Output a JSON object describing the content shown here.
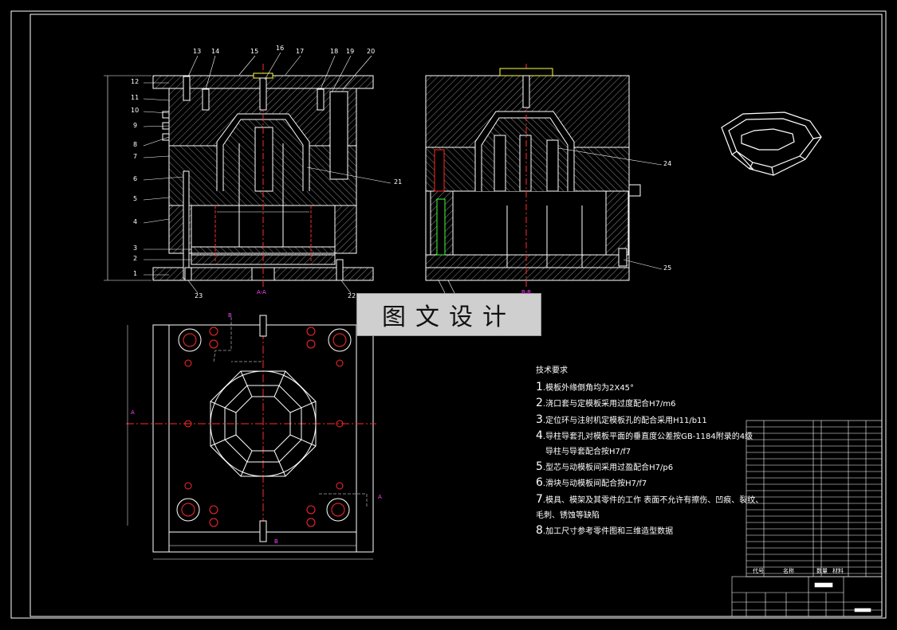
{
  "watermark": "图文设计",
  "section_labels": {
    "aa": "A-A",
    "bb": "B-B",
    "a_mark": "A",
    "b_mark": "B"
  },
  "part_numbers": {
    "left": [
      "12",
      "11",
      "10",
      "9",
      "8",
      "7",
      "6",
      "5",
      "4",
      "3",
      "2",
      "1"
    ],
    "top": [
      "13",
      "14",
      "15",
      "16",
      "17",
      "18",
      "19",
      "20"
    ],
    "bottom": [
      "23",
      "22"
    ],
    "right": [
      "21",
      "24",
      "25"
    ]
  },
  "technical_requirements": {
    "title": "技术要求",
    "items": [
      {
        "num": "1",
        "text": ".模板外缘倒角均为2X45°"
      },
      {
        "num": "2",
        "text": ".浇口套与定模板采用过度配合H7/m6"
      },
      {
        "num": "3",
        "text": ".定位环与注射机定模板孔的配合采用H11/b11"
      },
      {
        "num": "4",
        "text": ".导柱导套孔对模板平面的垂直度公差按GB-1184附录的4级"
      },
      {
        "num": "",
        "text": "导柱与导套配合按H7/f7"
      },
      {
        "num": "5",
        "text": ".型芯与动模板间采用过盈配合H7/p6"
      },
      {
        "num": "6",
        "text": ".滑块与动模板间配合按H7/f7"
      },
      {
        "num": "7",
        "text": ".模具、模架及其零件的工作 表面不允许有擦伤、凹痕、裂纹、"
      },
      {
        "num": "",
        "text": "毛刺、锈蚀等缺陷"
      },
      {
        "num": "8",
        "text": ".加工尺寸参考零件图和三维造型数据"
      }
    ]
  },
  "title_block": {
    "col_headers": [
      "代号",
      "名称",
      "数量",
      "材料"
    ]
  },
  "colors": {
    "background": "#000000",
    "line": "#ffffff",
    "red": "#ff2a2a",
    "magenta": "#ff40ff",
    "yellow": "#ffff40",
    "green": "#40ff40",
    "hatch": "#9a9a9a"
  }
}
